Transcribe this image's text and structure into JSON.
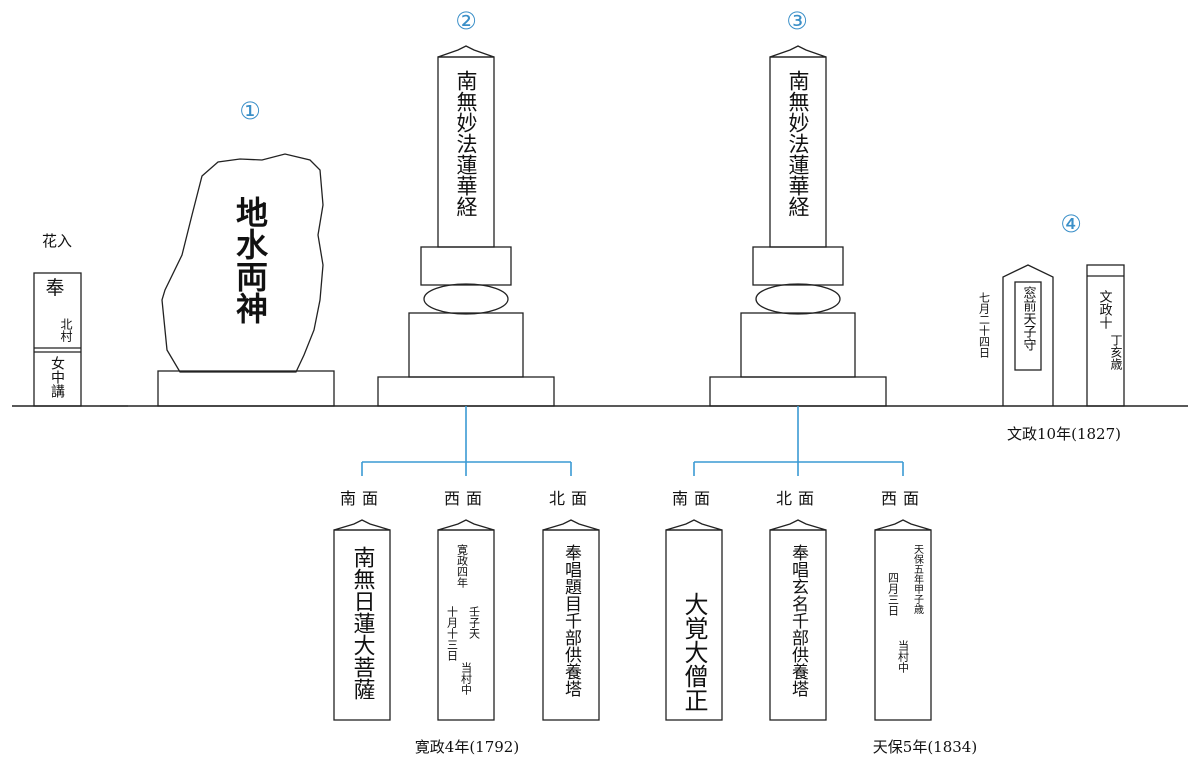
{
  "markers": {
    "m1": "①",
    "m2": "②",
    "m3": "③",
    "m4": "④"
  },
  "hana": {
    "label": "花入",
    "top": "奉",
    "side": "北村",
    "bottom": "女中講"
  },
  "jizo": {
    "text": "地水両神"
  },
  "tower2": {
    "text": "南無妙法蓮華経"
  },
  "tower3": {
    "text": "南無妙法蓮華経"
  },
  "stone4": {
    "left_date": "七月二十四日",
    "main": "窓前天子守",
    "right_a": "文政十",
    "right_b": "丁亥歳",
    "era": "文政10年(1827)"
  },
  "faces2": {
    "south_label": "南面",
    "west_label": "西面",
    "north_label": "北面",
    "south_text": "南無日蓮大菩薩",
    "west_line1": "寛政四年",
    "west_line2": "壬子天",
    "west_line3": "十月十三日",
    "west_line4": "当村中",
    "north_text": "奉唱題目千部供養塔",
    "era": "寛政4年(1792)"
  },
  "faces3": {
    "south_label": "南面",
    "north_label": "北面",
    "west_label": "西面",
    "south_text": "大覚大僧正",
    "north_text": "奉唱玄名千部供養塔",
    "west_line1": "天保五年甲子歳",
    "west_line2": "四月三日",
    "west_line3": "当村中",
    "era": "天保5年(1834)"
  }
}
